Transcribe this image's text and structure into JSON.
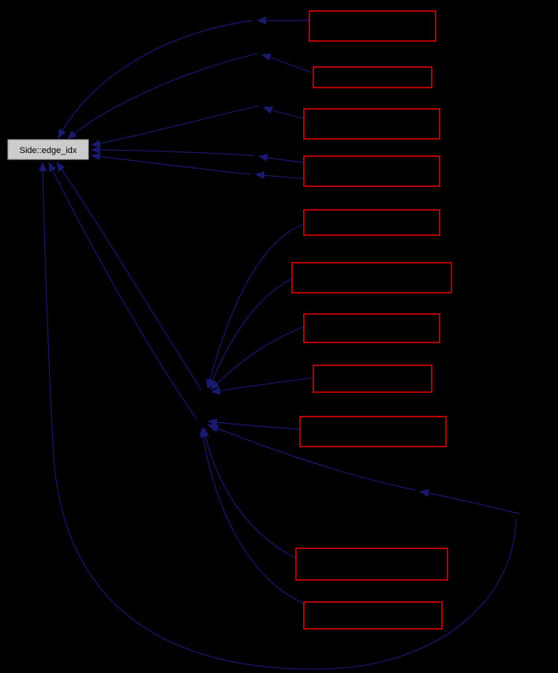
{
  "diagram": {
    "type": "caller-graph",
    "main_node": {
      "label": "Side::edge_idx"
    },
    "colors": {
      "background": "#000000",
      "edge": "#191970",
      "related_node_border": "#ff0000",
      "related_node_fill": "#000000",
      "main_node_fill": "#cccccc",
      "main_node_border": "#9c9c9c",
      "main_node_text": "#000000"
    },
    "related_nodes_count": 11
  }
}
